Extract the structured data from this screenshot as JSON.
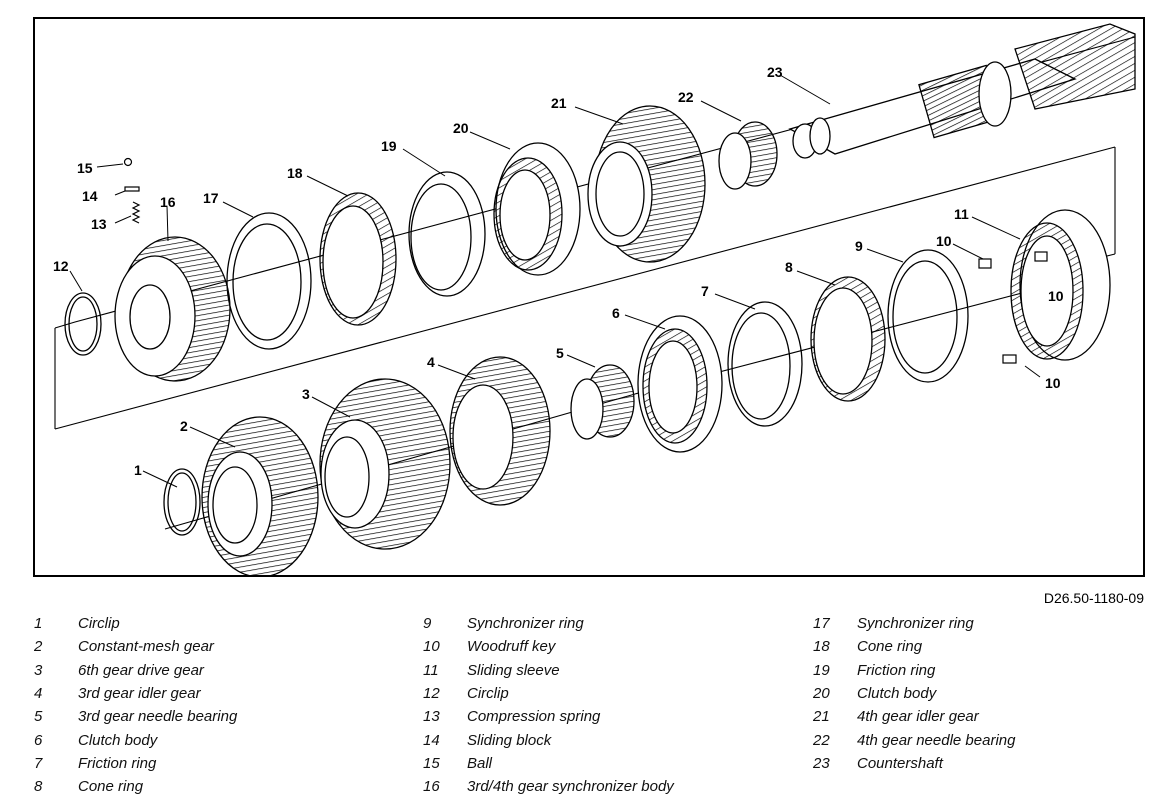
{
  "figure_code": "D26.50-1180-09",
  "callouts": [
    "1",
    "2",
    "3",
    "4",
    "5",
    "6",
    "7",
    "8",
    "9",
    "10",
    "10",
    "10",
    "11",
    "12",
    "13",
    "14",
    "15",
    "16",
    "17",
    "18",
    "19",
    "20",
    "21",
    "22",
    "23"
  ],
  "legend": [
    [
      {
        "num": "1",
        "text": "Circlip"
      },
      {
        "num": "2",
        "text": "Constant-mesh gear"
      },
      {
        "num": "3",
        "text": "6th gear drive gear"
      },
      {
        "num": "4",
        "text": "3rd gear idler gear"
      },
      {
        "num": "5",
        "text": "3rd gear needle bearing"
      },
      {
        "num": "6",
        "text": "Clutch body"
      },
      {
        "num": "7",
        "text": "Friction ring"
      },
      {
        "num": "8",
        "text": "Cone ring"
      }
    ],
    [
      {
        "num": "9",
        "text": "Synchronizer ring"
      },
      {
        "num": "10",
        "text": "Woodruff key"
      },
      {
        "num": "11",
        "text": "Sliding sleeve"
      },
      {
        "num": "12",
        "text": "Circlip"
      },
      {
        "num": "13",
        "text": "Compression spring"
      },
      {
        "num": "14",
        "text": "Sliding block"
      },
      {
        "num": "15",
        "text": "Ball"
      },
      {
        "num": "16",
        "text": "3rd/4th gear synchronizer body"
      }
    ],
    [
      {
        "num": "17",
        "text": "Synchronizer ring"
      },
      {
        "num": "18",
        "text": "Cone ring"
      },
      {
        "num": "19",
        "text": "Friction ring"
      },
      {
        "num": "20",
        "text": "Clutch body"
      },
      {
        "num": "21",
        "text": "4th gear idler gear"
      },
      {
        "num": "22",
        "text": "4th gear needle bearing"
      },
      {
        "num": "23",
        "text": "Countershaft"
      }
    ]
  ]
}
